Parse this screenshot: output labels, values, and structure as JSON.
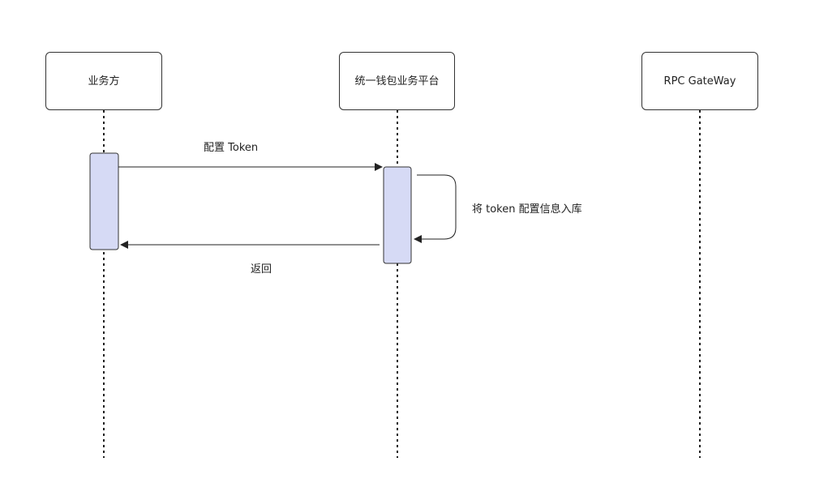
{
  "participants": [
    {
      "id": "biz",
      "label": "业务方"
    },
    {
      "id": "wallet",
      "label": "统一钱包业务平台"
    },
    {
      "id": "gateway",
      "label": "RPC GateWay"
    }
  ],
  "messages": [
    {
      "from": "biz",
      "to": "wallet",
      "label": "配置 Token",
      "type": "sync"
    },
    {
      "from": "wallet",
      "to": "wallet",
      "label": "将 token 配置信息入库",
      "type": "self"
    },
    {
      "from": "wallet",
      "to": "biz",
      "label": "返回",
      "type": "return"
    }
  ],
  "colors": {
    "activation_fill": "#d6daf5",
    "line": "#222222",
    "box_border": "#333333",
    "text": "#222222"
  }
}
